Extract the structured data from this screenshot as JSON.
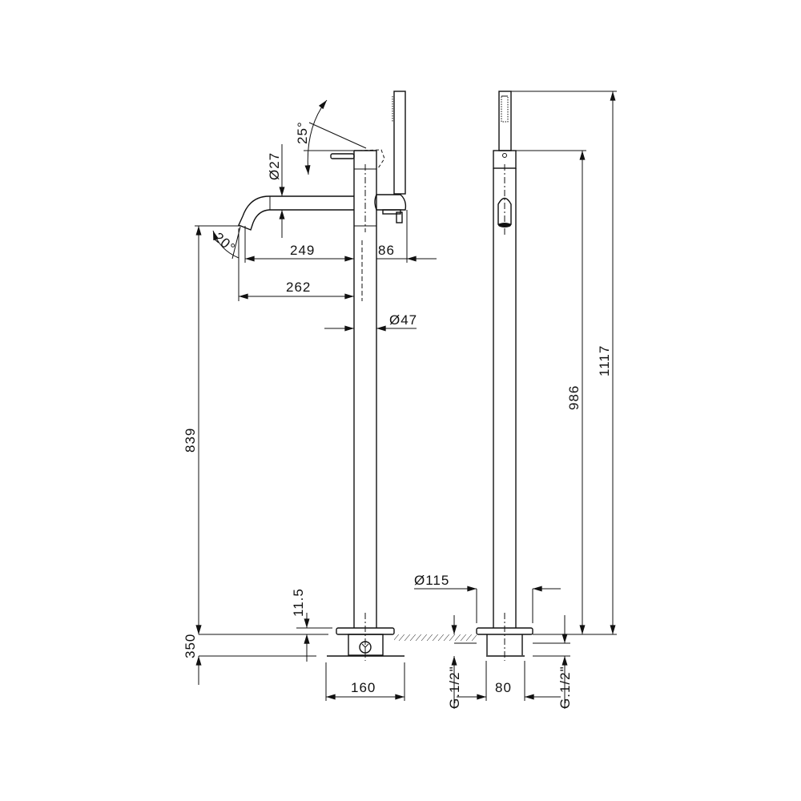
{
  "drawing": {
    "title": "Freestanding bath mixer with hand shower - technical drawing",
    "dimensions": {
      "spout_angle": "20°",
      "lever_angle": "25°",
      "spout_diameter": "Ø27",
      "spout_reach": "249",
      "shower_offset": "86",
      "spout_total": "262",
      "column_diameter": "Ø47",
      "spout_height": "839",
      "base_thickness": "11.5",
      "recess_depth": "350",
      "base_width": "160",
      "plate_diameter": "Ø115",
      "connection_left": "G.1/2\"",
      "connection_right": "G.1/2\"",
      "inner_width": "80",
      "body_height": "986",
      "total_height": "1117"
    }
  }
}
